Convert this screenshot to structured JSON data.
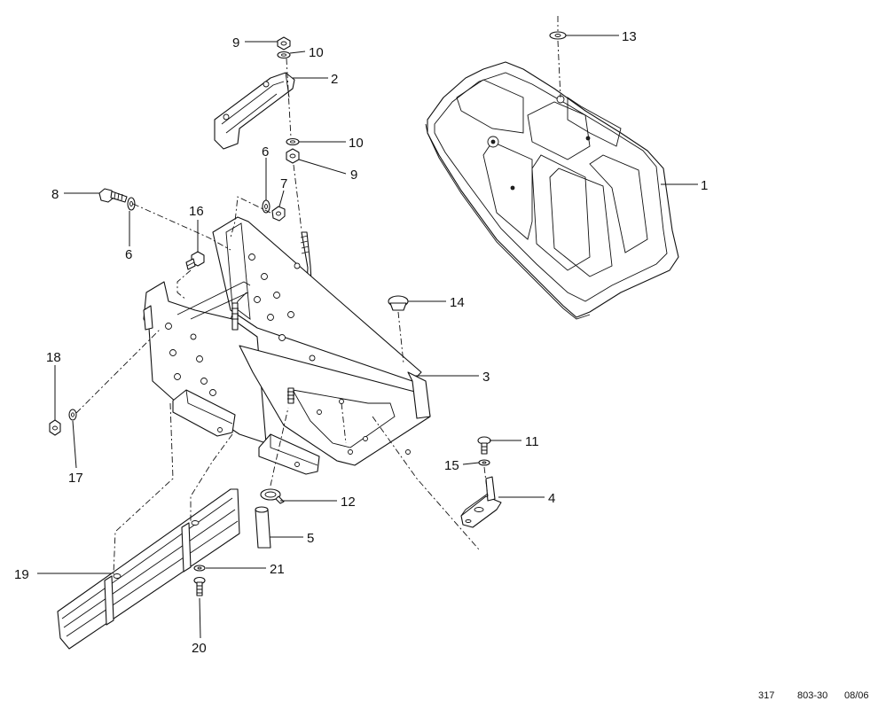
{
  "diagram": {
    "callouts": [
      {
        "id": "1",
        "text": "1"
      },
      {
        "id": "2",
        "text": "2"
      },
      {
        "id": "3",
        "text": "3"
      },
      {
        "id": "4",
        "text": "4"
      },
      {
        "id": "5",
        "text": "5"
      },
      {
        "id": "6a",
        "text": "6"
      },
      {
        "id": "6b",
        "text": "6"
      },
      {
        "id": "7",
        "text": "7"
      },
      {
        "id": "8",
        "text": "8"
      },
      {
        "id": "9a",
        "text": "9"
      },
      {
        "id": "9b",
        "text": "9"
      },
      {
        "id": "10a",
        "text": "10"
      },
      {
        "id": "10b",
        "text": "10"
      },
      {
        "id": "11",
        "text": "11"
      },
      {
        "id": "12",
        "text": "12"
      },
      {
        "id": "13",
        "text": "13"
      },
      {
        "id": "14",
        "text": "14"
      },
      {
        "id": "15",
        "text": "15"
      },
      {
        "id": "16",
        "text": "16"
      },
      {
        "id": "17",
        "text": "17"
      },
      {
        "id": "18",
        "text": "18"
      },
      {
        "id": "19",
        "text": "19"
      },
      {
        "id": "20",
        "text": "20"
      },
      {
        "id": "21",
        "text": "21"
      }
    ],
    "footer": {
      "page": "317",
      "code": "803-30",
      "date": "08/06"
    }
  }
}
